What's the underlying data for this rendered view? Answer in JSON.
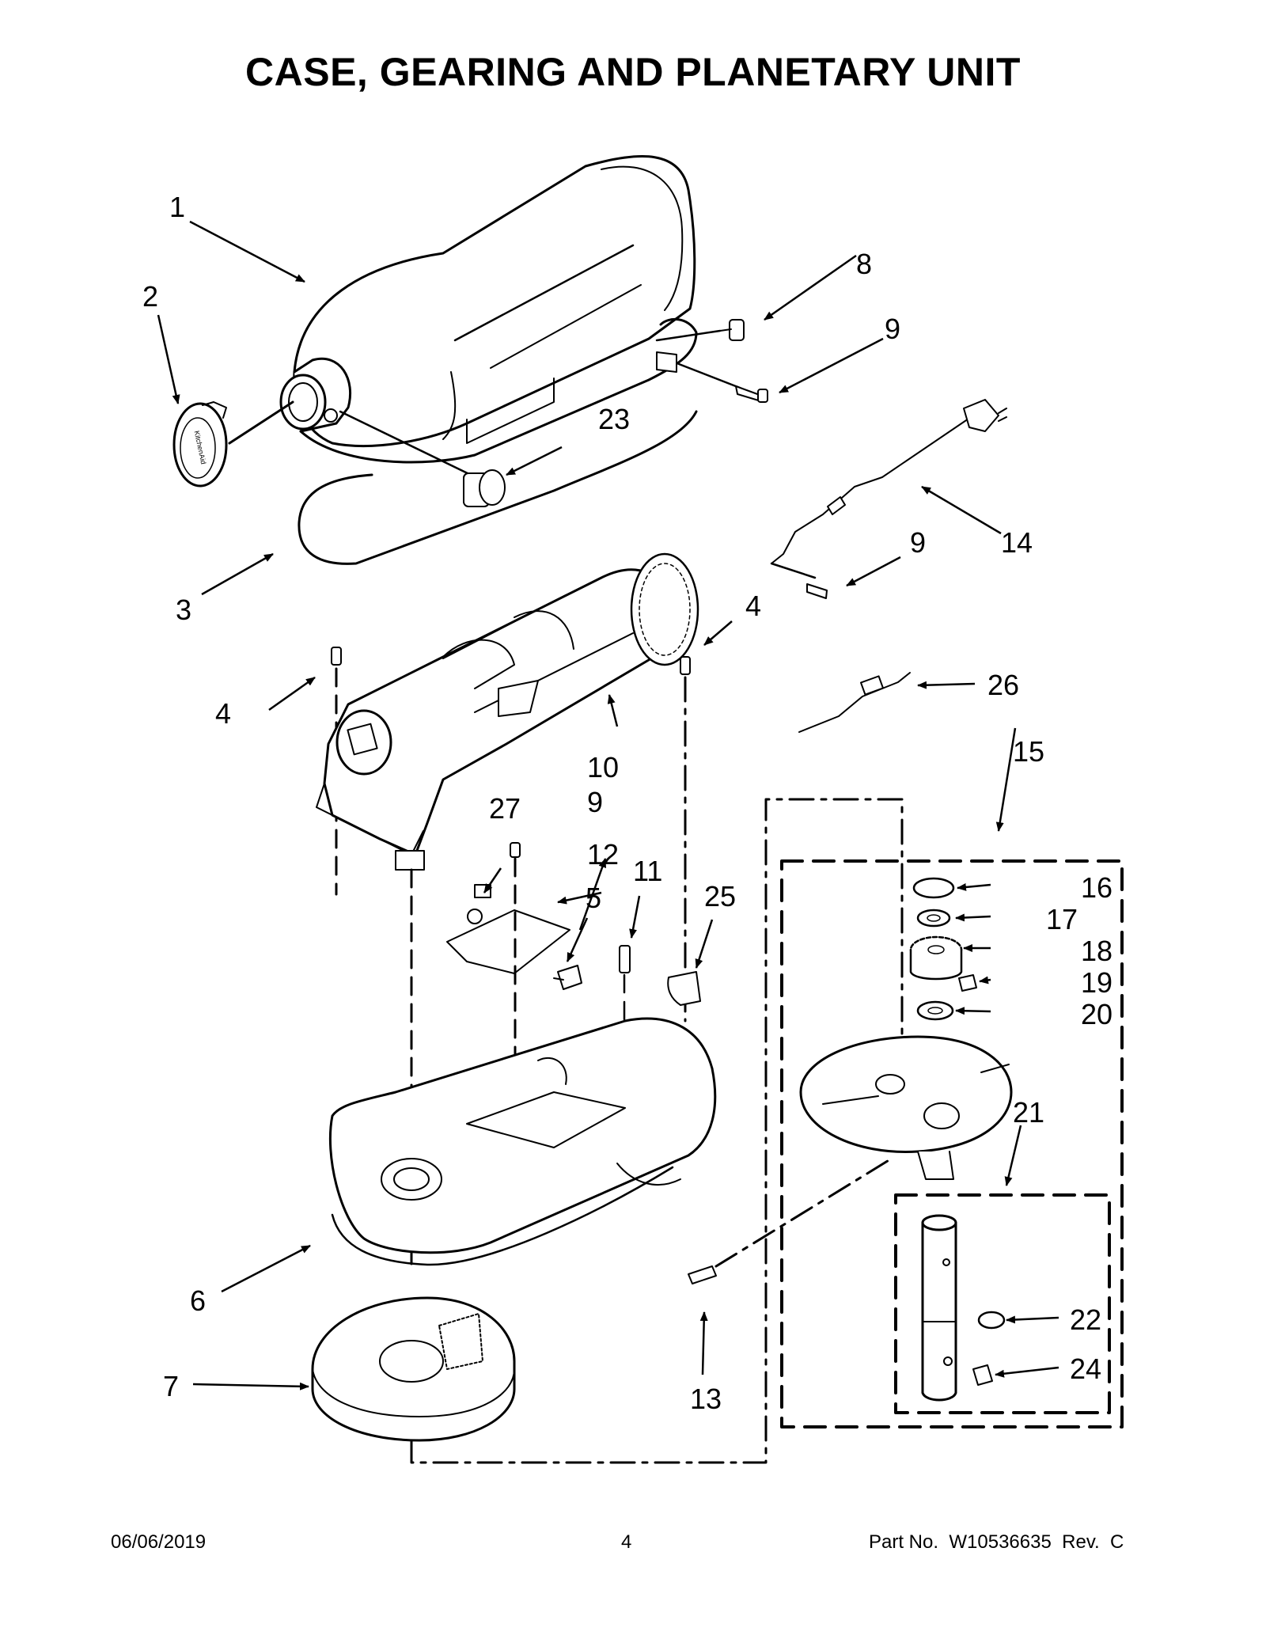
{
  "title": "CASE, GEARING AND PLANETARY UNIT",
  "callouts": {
    "c1": "1",
    "c2": "2",
    "c3": "3",
    "c4a": "4",
    "c4b": "4",
    "c5": "5",
    "c6": "6",
    "c7": "7",
    "c8": "8",
    "c9a": "9",
    "c9b": "9",
    "c9c": "9",
    "c10": "10",
    "c11": "11",
    "c12": "12",
    "c13": "13",
    "c14": "14",
    "c15": "15",
    "c16": "16",
    "c17": "17",
    "c18": "18",
    "c19": "19",
    "c20": "20",
    "c21": "21",
    "c22": "22",
    "c23": "23",
    "c24": "24",
    "c25": "25",
    "c26": "26",
    "c27": "27"
  },
  "logo_text": "KitchenAid",
  "footer": {
    "date": "06/06/2019",
    "page": "4",
    "part_number": "Part No.  W10536635  Rev.  C"
  }
}
